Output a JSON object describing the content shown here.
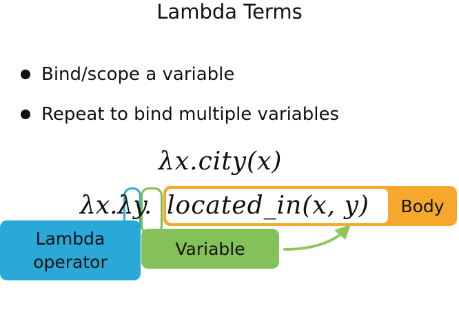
{
  "slide": {
    "title": "Lambda Terms"
  },
  "bullets": [
    {
      "text": "Bind/scope a variable"
    },
    {
      "text": "Repeat to bind multiple variables"
    }
  ],
  "math": {
    "line1": "λx.city(x)",
    "line2_prefix": "λx.λy.",
    "line2_body": "located_in(x, y)"
  },
  "labels": {
    "lambda_operator_line1": "Lambda",
    "lambda_operator_line2": "operator",
    "variable": "Variable",
    "body": "Body"
  },
  "colors": {
    "lambda_operator": "#2aa8d8",
    "variable": "#84c158",
    "body": "#f5a82c",
    "arrow": "#8cc65a"
  }
}
